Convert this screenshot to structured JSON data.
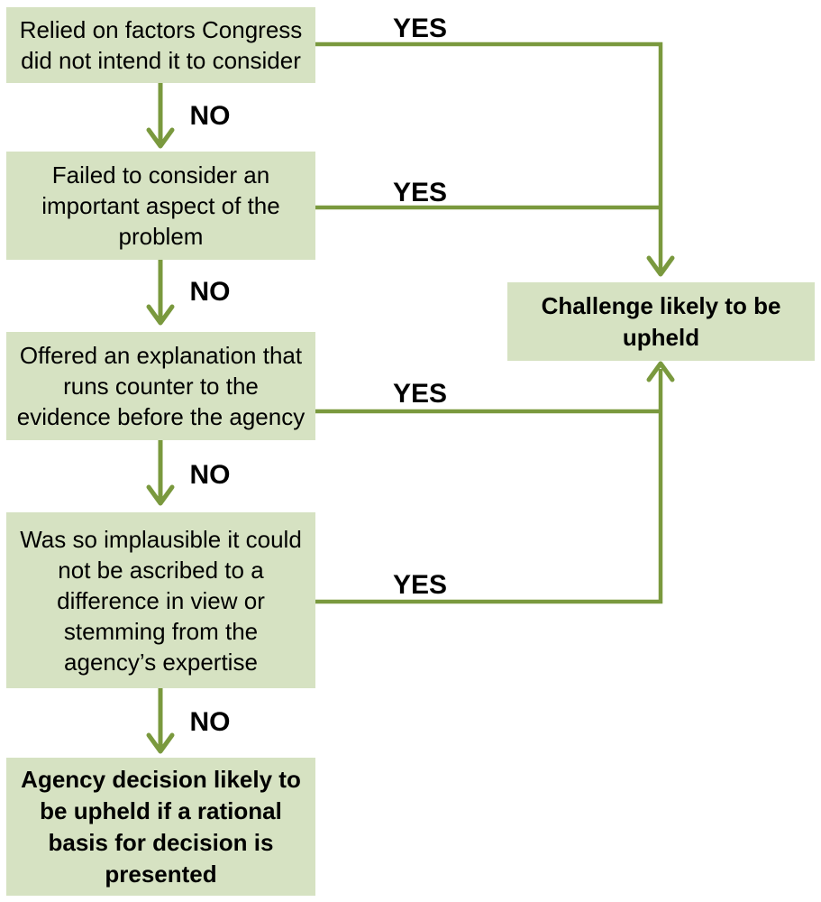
{
  "colors": {
    "box_fill": "#d6e2c2",
    "arrow_green": "#7a993e",
    "label_text": "#000000"
  },
  "boxes": {
    "step1": "Relied on factors Congress\ndid not intend it to consider",
    "step2": "Failed to consider an\nimportant aspect of the\nproblem",
    "step3": "Offered an explanation that\nruns counter to the\nevidence before the agency",
    "step4": "Was so implausible it could\nnot be ascribed to a\ndifference in view or\nstemming from the\nagency’s expertise",
    "outcome_challenge": "Challenge likely to be\nupheld",
    "outcome_agency": "Agency decision likely to\nbe upheld if a rational\nbasis for decision is\npresented"
  },
  "labels": {
    "yes1": "YES",
    "yes2": "YES",
    "yes3": "YES",
    "yes4": "YES",
    "no1": "NO",
    "no2": "NO",
    "no3": "NO",
    "no4": "NO"
  }
}
